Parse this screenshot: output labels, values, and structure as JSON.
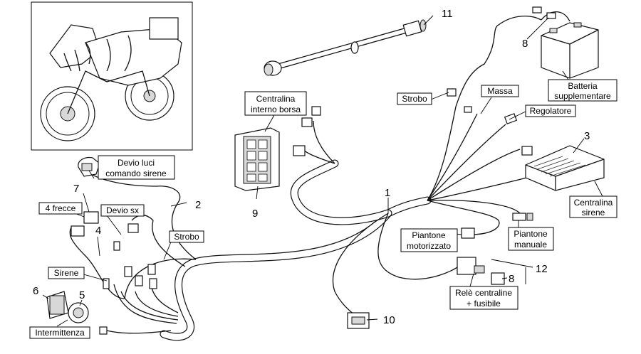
{
  "labels": {
    "devio_luci_1": "Devio luci",
    "devio_luci_2": "comando sirene",
    "quattro_frecce": "4 frecce",
    "devio_sx": "Devio sx",
    "strobo_left": "Strobo",
    "sirene": "Sirene",
    "intermittenza": "Intermittenza",
    "centralina_borsa_1": "Centralina",
    "centralina_borsa_2": "interno borsa",
    "strobo_right": "Strobo",
    "massa": "Massa",
    "regolatore": "Regolatore",
    "batteria_1": "Batteria",
    "batteria_2": "supplementare",
    "centralina_sirene_1": "Centralina",
    "centralina_sirene_2": "sirene",
    "piantone_mot_1": "Piantone",
    "piantone_mot_2": "motorizzato",
    "piantone_man_1": "Piantone",
    "piantone_man_2": "manuale",
    "rele_1": "Relè centraline",
    "rele_2": "+ fusibile"
  },
  "numbers": {
    "n1": "1",
    "n2": "2",
    "n3": "3",
    "n4": "4",
    "n5": "5",
    "n6": "6",
    "n7": "7",
    "n8a": "8",
    "n8b": "8",
    "n9": "9",
    "n10": "10",
    "n11": "11",
    "n12": "12"
  }
}
